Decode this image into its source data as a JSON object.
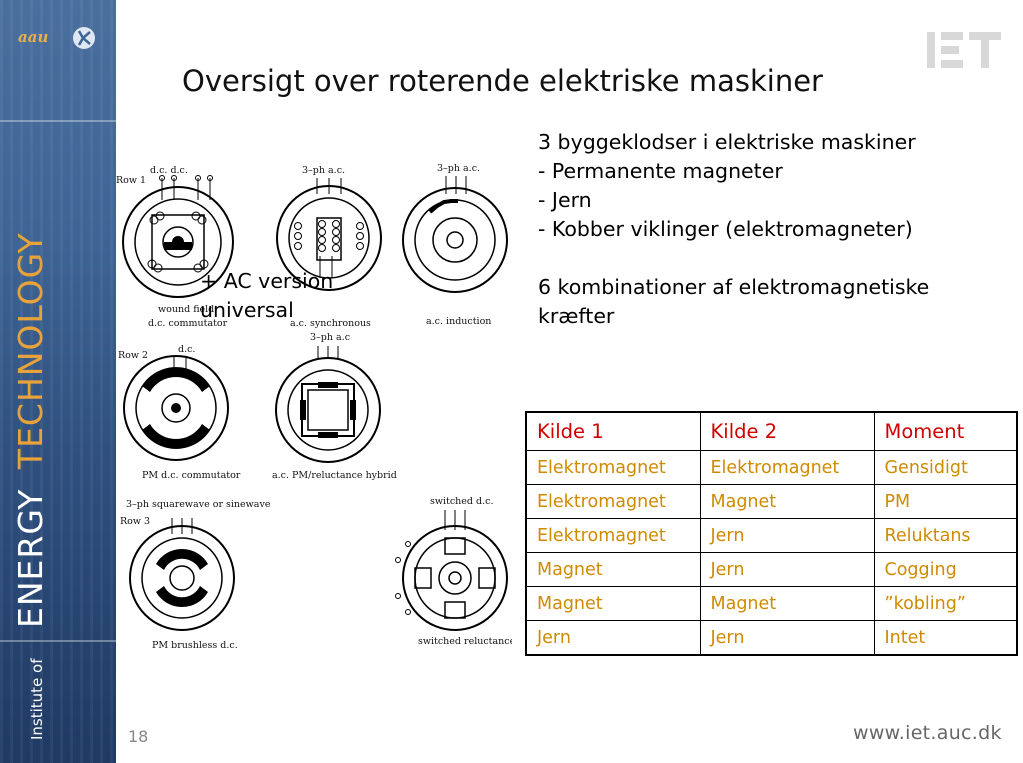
{
  "sidebar": {
    "logo_text": "aau",
    "institute_label": "Institute of",
    "energy_label": "ENERGY",
    "technology_label": "TECHNOLOGY"
  },
  "header": {
    "title": "Oversigt over roterende elektriske maskiner",
    "logo_text": "IET"
  },
  "figure": {
    "row1_label": "Row 1",
    "row2_label": "Row 2",
    "row3_label": "Row 3",
    "top_dc": "d.c.  d.c.",
    "top_3ph_a": "3–ph a.c.",
    "top_3ph_b": "3–ph a.c.",
    "cap_wound_1": "wound field",
    "cap_wound_2": "d.c. commutator",
    "cap_sync": "a.c. synchronous",
    "cap_induction": "a.c. induction",
    "row2_dc": "d.c.",
    "row2_3ph": "3–ph a.c",
    "cap_pm_dc": "PM d.c. commutator",
    "cap_hybrid": "a.c. PM/reluctance hybrid",
    "row3_top": "3–ph squarewave or sinewave",
    "row3_switched": "switched d.c.",
    "cap_brushless": "PM brushless d.c.",
    "cap_switched": "switched reluctance"
  },
  "overlay": {
    "line1": "+ AC version",
    "line2": "universal"
  },
  "content": {
    "heading": "3 byggeklodser i elektriske maskiner",
    "bullets": [
      "- Permanente magneter",
      "- Jern",
      "- Kobber viklinger (elektromagneter)"
    ],
    "summary_line1": "6 kombinationer af elektromagnetiske",
    "summary_line2": "kræfter"
  },
  "table": {
    "headers": [
      "Kilde 1",
      "Kilde 2",
      "Moment"
    ],
    "rows": [
      [
        "Elektromagnet",
        "Elektromagnet",
        "Gensidigt"
      ],
      [
        "Elektromagnet",
        "Magnet",
        "PM"
      ],
      [
        "Elektromagnet",
        "Jern",
        "Reluktans"
      ],
      [
        "Magnet",
        "Jern",
        "Cogging"
      ],
      [
        "Magnet",
        "Magnet",
        "”kobling”"
      ],
      [
        "Jern",
        "Jern",
        "Intet"
      ]
    ]
  },
  "footer": {
    "page_number": "18",
    "url": "www.iet.auc.dk"
  }
}
